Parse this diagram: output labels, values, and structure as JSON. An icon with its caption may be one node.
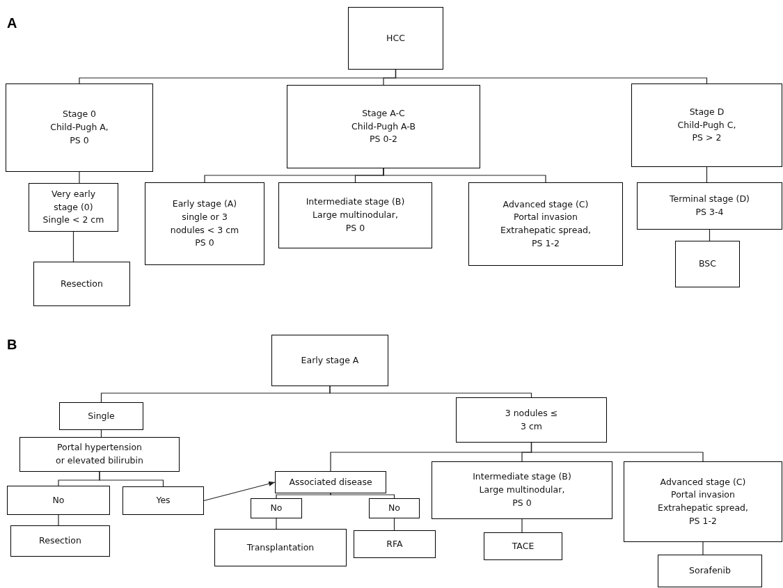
{
  "diagram": {
    "nodes": [
      {
        "text": [
          "HCC"
        ]
      },
      {
        "text": [
          "Stage 0",
          "Child-Pugh A,",
          "PS 0"
        ]
      },
      {
        "text": [
          "Stage A-C",
          "Child-Pugh A-B",
          "PS 0-2"
        ]
      },
      {
        "text": [
          "Stage D",
          "Child-Pugh C,",
          "PS > 2"
        ]
      },
      {
        "text": [
          "Very early",
          "stage (0)",
          "Single < 2 cm"
        ]
      },
      {
        "text": [
          "Early stage (A)",
          "single or 3",
          "nodules < 3 cm",
          "PS 0"
        ]
      },
      {
        "text": [
          "Intermediate stage (B)",
          "Large multinodular,",
          "PS 0"
        ]
      },
      {
        "text": [
          "Advanced stage (C)",
          "Portal invasion",
          "Extrahepatic spread,",
          "PS 1-2"
        ]
      },
      {
        "text": [
          "Terminal stage (D)",
          "PS 3-4"
        ]
      },
      {
        "text": [
          "Resection"
        ]
      },
      {
        "text": [
          "BSC"
        ]
      },
      {
        "text": [
          "Early stage A"
        ]
      },
      {
        "text": [
          "Single"
        ]
      },
      {
        "text": [
          "3 nodules ≤ 3 cm"
        ]
      },
      {
        "text": [
          "Portal hypertension",
          "or elevated bilirubin"
        ]
      },
      {
        "text": [
          "No"
        ]
      },
      {
        "text": [
          "Yes"
        ]
      },
      {
        "text": [
          "Resection"
        ]
      },
      {
        "text": [
          "Associated disease"
        ]
      },
      {
        "text": [
          "Intermediate stage (B)",
          "Large multinodular,",
          "PS 0"
        ]
      },
      {
        "text": [
          "Advanced stage (C)",
          "Portal invasion",
          "Extrahepatic spread,",
          "PS 1-2"
        ]
      },
      {
        "text": [
          "No"
        ]
      },
      {
        "text": [
          "No"
        ]
      },
      {
        "text": [
          "Transplantation"
        ]
      },
      {
        "text": [
          "RFA"
        ]
      },
      {
        "text": [
          "TACE"
        ]
      },
      {
        "text": [
          "Sorafenib"
        ]
      }
    ],
    "edges": [
      {
        "from": 0,
        "to": 1,
        "arrow": "none"
      },
      {
        "from": 0,
        "to": 2,
        "arrow": "none"
      },
      {
        "from": 0,
        "to": 3,
        "arrow": "none"
      },
      {
        "from": 1,
        "to": 4,
        "arrow": "none"
      },
      {
        "from": 2,
        "to": 5,
        "arrow": "none"
      },
      {
        "from": 2,
        "to": 6,
        "arrow": "none"
      },
      {
        "from": 2,
        "to": 7,
        "arrow": "none"
      },
      {
        "from": 3,
        "to": 8,
        "arrow": "none"
      },
      {
        "from": 4,
        "to": 9,
        "arrow": "none"
      },
      {
        "from": 8,
        "to": 10,
        "arrow": "none"
      },
      {
        "from": 11,
        "to": 12,
        "arrow": "none"
      },
      {
        "from": 11,
        "to": 13,
        "arrow": "none"
      },
      {
        "from": 12,
        "to": 14,
        "arrow": "none"
      },
      {
        "from": 14,
        "to": 15,
        "arrow": "none"
      },
      {
        "from": 14,
        "to": 16,
        "arrow": "none"
      },
      {
        "from": 16,
        "to": 18,
        "arrow": "to"
      },
      {
        "from": 15,
        "to": 17,
        "arrow": "none"
      },
      {
        "from": 13,
        "to": 18,
        "arrow": "none"
      },
      {
        "from": 13,
        "to": 19,
        "arrow": "none"
      },
      {
        "from": 13,
        "to": 20,
        "arrow": "none"
      },
      {
        "from": 18,
        "to": 21,
        "arrow": "none"
      },
      {
        "from": 18,
        "to": 22,
        "arrow": "none"
      },
      {
        "from": 21,
        "to": 23,
        "arrow": "none"
      },
      {
        "from": 22,
        "to": 24,
        "arrow": "none"
      },
      {
        "from": 19,
        "to": 25,
        "arrow": "none"
      },
      {
        "from": 20,
        "to": 26,
        "arrow": "none"
      }
    ],
    "labels": [
      "A",
      "B"
    ]
  }
}
